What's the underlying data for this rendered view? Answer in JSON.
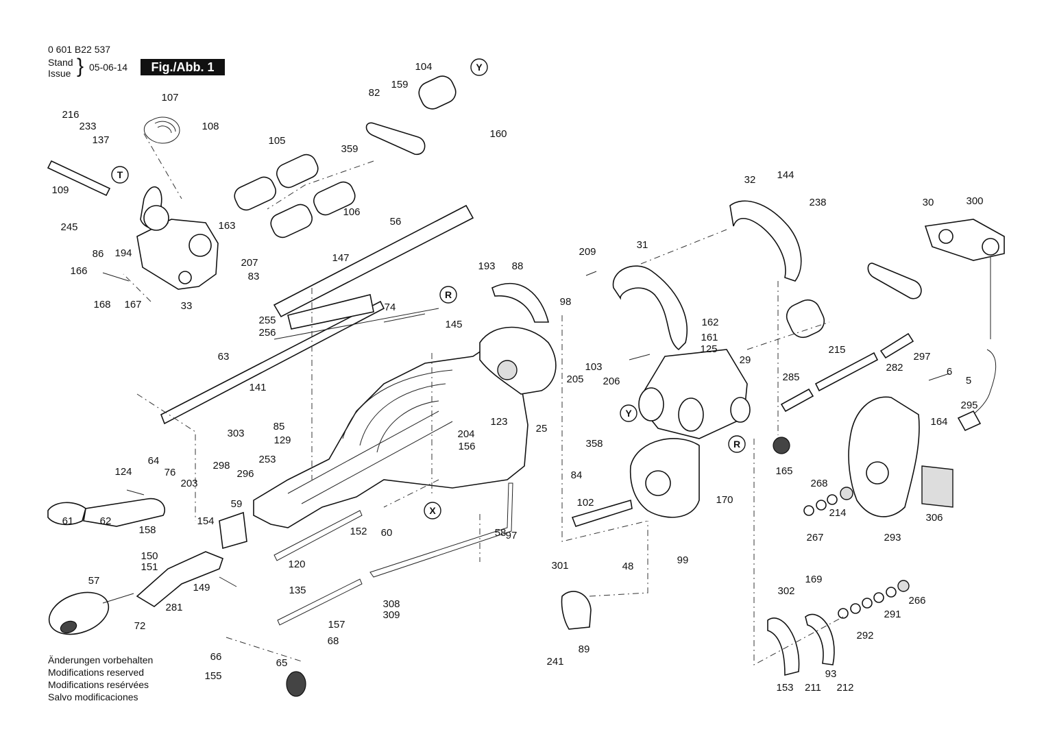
{
  "header": {
    "doc_number": "0 601 B22 537",
    "stand_label": "Stand",
    "issue_label": "Issue",
    "date": "05-06-14",
    "figure_label": "Fig./Abb. 1"
  },
  "disclaimer": [
    "Änderungen vorbehalten",
    "Modifications reserved",
    "Modifications resérvées",
    "Salvo modificaciones"
  ],
  "reference_markers": [
    "Y",
    "T",
    "R",
    "X"
  ],
  "part_labels": [
    "104",
    "82",
    "159",
    "160",
    "359",
    "107",
    "108",
    "216",
    "233",
    "137",
    "105",
    "109",
    "245",
    "86",
    "194",
    "163",
    "106",
    "166",
    "168",
    "167",
    "33",
    "207",
    "83",
    "147",
    "56",
    "255",
    "256",
    "74",
    "145",
    "193",
    "88",
    "98",
    "63",
    "141",
    "85",
    "129",
    "123",
    "204",
    "156",
    "25",
    "303",
    "64",
    "76",
    "203",
    "298",
    "296",
    "253",
    "124",
    "61",
    "62",
    "158",
    "154",
    "59",
    "152",
    "60",
    "150",
    "151",
    "149",
    "57",
    "72",
    "281",
    "120",
    "135",
    "97",
    "58",
    "308",
    "309",
    "157",
    "68",
    "66",
    "155",
    "65",
    "209",
    "31",
    "32",
    "144",
    "238",
    "162",
    "161",
    "125",
    "29",
    "103",
    "205",
    "206",
    "358",
    "84",
    "102",
    "48",
    "170",
    "301",
    "89",
    "241",
    "99",
    "285",
    "215",
    "282",
    "297",
    "6",
    "5",
    "295",
    "164",
    "165",
    "268",
    "267",
    "214",
    "293",
    "306",
    "302",
    "169",
    "266",
    "291",
    "292",
    "153",
    "211",
    "93",
    "212",
    "30",
    "300"
  ]
}
